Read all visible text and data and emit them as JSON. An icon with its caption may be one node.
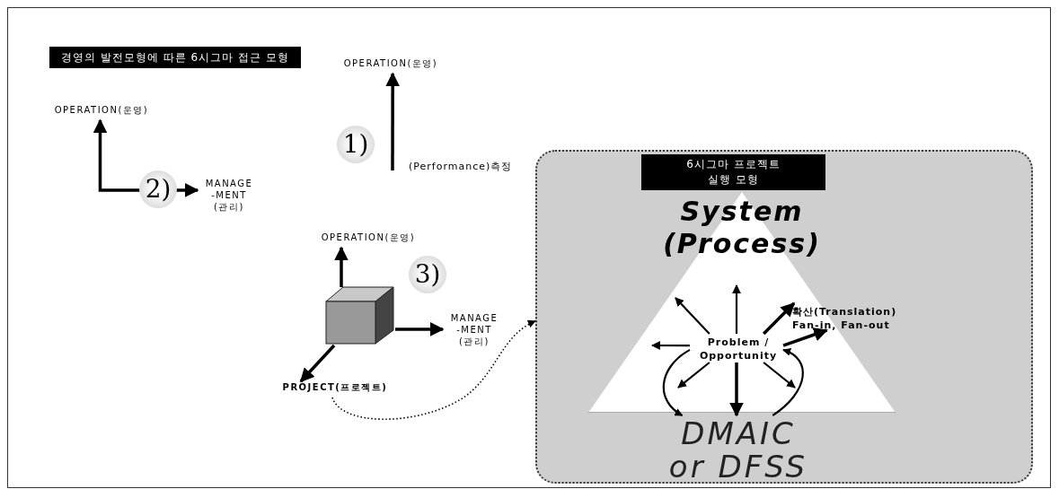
{
  "diagram": {
    "title": "경영의 발전모형에 따른 6시그마 접근 모형",
    "nodes": [
      {
        "text": [
          "OPERATION(운영)"
        ]
      },
      {
        "text": [
          "OPERATION(운영)"
        ]
      },
      {
        "text": [
          "MANAGE -MENT (관리)"
        ]
      },
      {
        "text": [],
        "shape": "box"
      },
      {
        "text": [
          "OPERATION(운영)"
        ]
      },
      {
        "text": [
          "MANAGE -MENT (관리)"
        ]
      },
      {
        "text": [
          "PROJECT(프로젝트)"
        ]
      },
      {
        "text": [],
        "shape": "box"
      },
      {
        "text": [
          "6시그마 프로젝트 실행 모형"
        ],
        "in": 7
      },
      {
        "text": [
          "System (Process)"
        ],
        "in": 7
      },
      {
        "text": [
          "Problem / Opportunity"
        ],
        "in": 9
      },
      {
        "text": [
          "DMAIC or DFSS"
        ],
        "in": 7
      },
      {
        "text": [
          "확산(Translation) Fan-in, Fan-out"
        ],
        "in": 7
      }
    ],
    "edges": [
      {
        "from": null,
        "to": 0,
        "arrow": "to",
        "label": "(Performance)측정"
      },
      {
        "from": 1,
        "to": 2,
        "arrow": "both"
      },
      {
        "from": 3,
        "to": 4,
        "arrow": "to"
      },
      {
        "from": 3,
        "to": 5,
        "arrow": "to"
      },
      {
        "from": 3,
        "to": 6,
        "arrow": "to"
      },
      {
        "from": 6,
        "to": 7,
        "arrow": "to",
        "style": "dashed"
      },
      {
        "from": 10,
        "to": null,
        "arrow": "to"
      },
      {
        "from": 10,
        "to": null,
        "arrow": "to"
      },
      {
        "from": 10,
        "to": 12,
        "arrow": "to"
      },
      {
        "from": 10,
        "to": null,
        "arrow": "to"
      },
      {
        "from": 10,
        "to": 12,
        "arrow": "to"
      },
      {
        "from": 10,
        "to": null,
        "arrow": "to"
      },
      {
        "from": 10,
        "to": 11,
        "arrow": "to"
      },
      {
        "from": 10,
        "to": null,
        "arrow": "to"
      },
      {
        "from": 10,
        "to": 11,
        "arrow": "to"
      },
      {
        "from": 11,
        "to": 10,
        "arrow": "to"
      }
    ],
    "labels": [
      "1)",
      "2)",
      "3)"
    ]
  }
}
